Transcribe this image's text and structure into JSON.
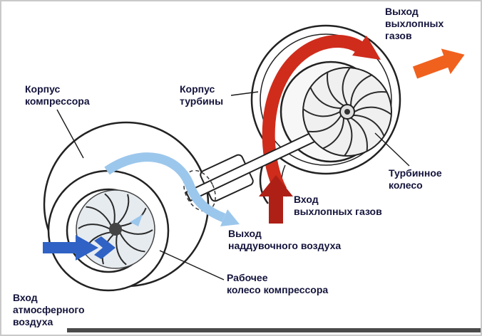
{
  "colors": {
    "outline": "#222222",
    "label": "#14143c",
    "dark_blue": "#2f62c4",
    "light_blue": "#9cc7ec",
    "red": "#cf2c1c",
    "dark_red": "#ae1f16",
    "orange": "#f0611e"
  },
  "labels": {
    "exhaust_outlet": "Выход\nвыхлопных\nгазов",
    "compressor_housing": "Корпус\nкомпрессора",
    "turbine_housing": "Корпус\nтурбины",
    "turbine_wheel": "Турбинное\nколесо",
    "exhaust_inlet": "Вход\nвыхлопных газов",
    "charge_air_outlet": "Выход\nнаддувочного воздуха",
    "compressor_wheel": "Рабочее\nколесо компрессора",
    "air_inlet": "Вход\nатмосферного\nвоздуха"
  }
}
